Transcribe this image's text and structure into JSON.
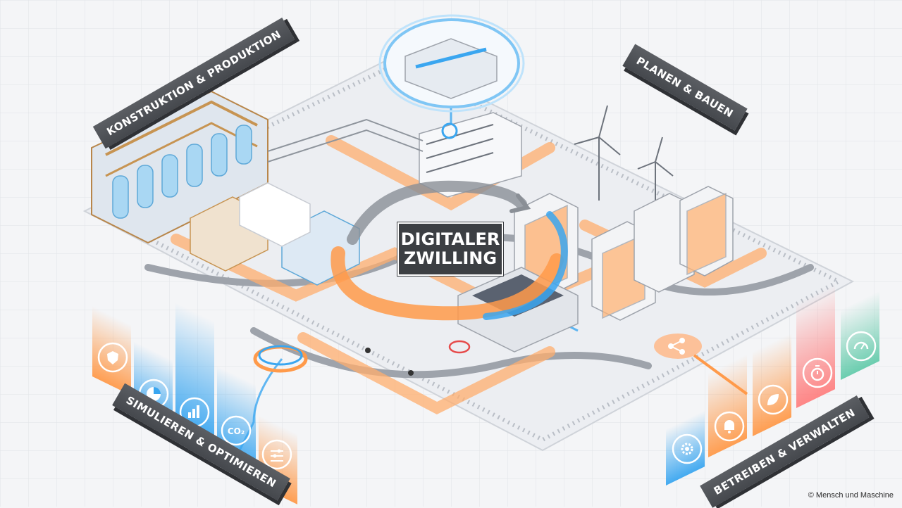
{
  "labels": {
    "konstruktion": "KONSTRUKTION & PRODUKTION",
    "planen": "PLANEN & BAUEN",
    "simulieren": "SIMULIEREN & OPTIMIEREN",
    "betreiben": "BETREIBEN & VERWALTEN"
  },
  "center": {
    "line1": "DIGITALER",
    "line2": "ZWILLING"
  },
  "copyright": "© Mensch und Maschine",
  "icons": {
    "left": [
      "shield-icon",
      "pie-chart-icon",
      "bar-chart-icon",
      "co2-icon",
      "sliders-icon"
    ],
    "right": [
      "gear-icon",
      "bell-icon",
      "leaf-icon",
      "stopwatch-icon",
      "gauge-icon"
    ],
    "co2_text": "CO₂"
  },
  "colors": {
    "orange": "#ff9a4a",
    "blue": "#3aa6f0",
    "dark_label": "#4a4d52",
    "ground": "#f4f5f7"
  }
}
